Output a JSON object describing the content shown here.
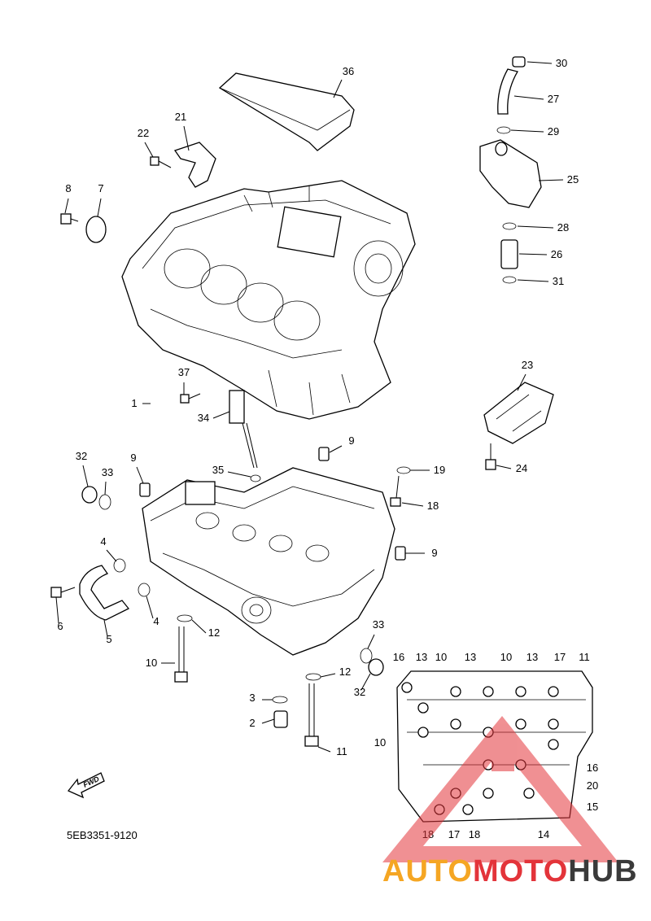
{
  "diagram_code": "5EB3351-9120",
  "direction_label": "FWD",
  "watermark": {
    "part1": "AUTO",
    "part2": "MOTO",
    "part3": "HUB"
  },
  "callouts": [
    {
      "num": "36"
    },
    {
      "num": "30"
    },
    {
      "num": "27"
    },
    {
      "num": "21"
    },
    {
      "num": "22"
    },
    {
      "num": "29"
    },
    {
      "num": "25"
    },
    {
      "num": "8"
    },
    {
      "num": "7"
    },
    {
      "num": "28"
    },
    {
      "num": "26"
    },
    {
      "num": "31"
    },
    {
      "num": "23"
    },
    {
      "num": "37"
    },
    {
      "num": "1"
    },
    {
      "num": "34"
    },
    {
      "num": "24"
    },
    {
      "num": "9"
    },
    {
      "num": "32"
    },
    {
      "num": "33"
    },
    {
      "num": "9"
    },
    {
      "num": "35"
    },
    {
      "num": "19"
    },
    {
      "num": "18"
    },
    {
      "num": "4"
    },
    {
      "num": "9"
    },
    {
      "num": "4"
    },
    {
      "num": "6"
    },
    {
      "num": "5"
    },
    {
      "num": "12"
    },
    {
      "num": "33"
    },
    {
      "num": "10"
    },
    {
      "num": "12"
    },
    {
      "num": "32"
    },
    {
      "num": "3"
    },
    {
      "num": "2"
    },
    {
      "num": "11"
    }
  ],
  "inset_callouts": [
    {
      "num": "16"
    },
    {
      "num": "13"
    },
    {
      "num": "10"
    },
    {
      "num": "13"
    },
    {
      "num": "10"
    },
    {
      "num": "13"
    },
    {
      "num": "17"
    },
    {
      "num": "11"
    },
    {
      "num": "10"
    },
    {
      "num": "16"
    },
    {
      "num": "20"
    },
    {
      "num": "15"
    },
    {
      "num": "18"
    },
    {
      "num": "17"
    },
    {
      "num": "18"
    },
    {
      "num": "14"
    }
  ]
}
